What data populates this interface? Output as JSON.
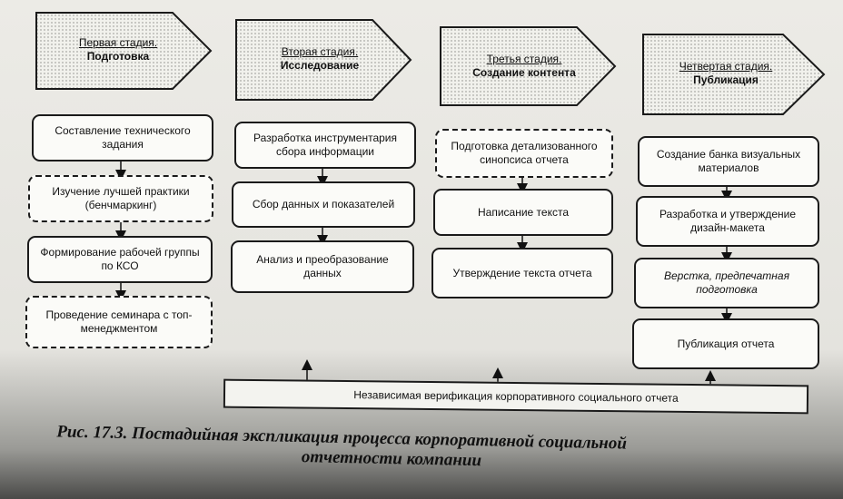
{
  "stages": [
    {
      "label": "Первая стадия.",
      "name": "Подготовка"
    },
    {
      "label": "Вторая стадия.",
      "name": "Исследование"
    },
    {
      "label": "Третья стадия.",
      "name": "Создание контента"
    },
    {
      "label": "Четвертая стадия.",
      "name": "Публикация"
    }
  ],
  "stage1_steps": [
    "Составление технического задания",
    "Изучение лучшей практики (бенчмаркинг)",
    "Формирование рабочей группы по КСО",
    "Проведение семинара с топ-менеджментом"
  ],
  "stage2_steps": [
    "Разработка инструментария сбора информации",
    "Сбор данных и показателей",
    "Анализ и преобразование данных"
  ],
  "stage3_steps": [
    "Подготовка детализованного синопсиса отчета",
    "Написание текста",
    "Утверждение текста отчета"
  ],
  "stage4_steps": [
    "Создание банка визуальных материалов",
    "Разработка и утверждение дизайн-макета",
    "Верстка, предпечатная подготовка",
    "Публикация отчета"
  ],
  "verification": "Независимая верификация корпоративного социального отчета",
  "caption": {
    "line1": "Рис. 17.3. Постадийная экспликация процесса корпоративной социальной",
    "line2": "отчетности компании"
  }
}
